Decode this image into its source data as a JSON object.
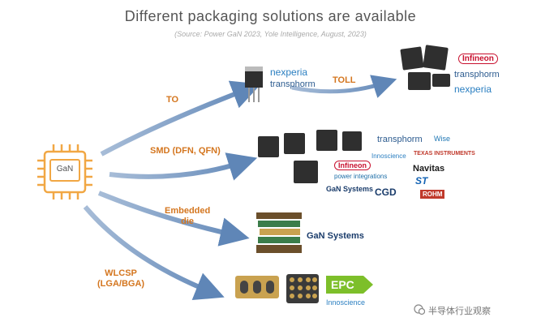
{
  "title": "Different packaging solutions are available",
  "source": "(Source: Power GaN 2023, Yole Intelligence, August, 2023)",
  "chip_label": "GaN",
  "branches": {
    "to": "TO",
    "toll": "TOLL",
    "smd": "SMD (DFN, QFN)",
    "embedded": "Embedded\ndie",
    "wlcsp": "WLCSP\n(LGA/BGA)"
  },
  "logos": {
    "nexperia": "nexperia",
    "transphorm": "transphorm",
    "infineon": "Infineon",
    "innoscience": "Innoscience",
    "power_integrations": "power integrations",
    "texas_instruments": "TEXAS INSTRUMENTS",
    "navitas": "Navitas",
    "gan_systems": "GaN Systems",
    "cgd": "CGD",
    "rohm": "ROHM",
    "epc": "EPC",
    "wise": "Wise"
  },
  "watermark": "半导体行业观察",
  "colors": {
    "accent": "#d4761f",
    "arrow": "#8aa3c2",
    "chip": "#f1a744"
  }
}
